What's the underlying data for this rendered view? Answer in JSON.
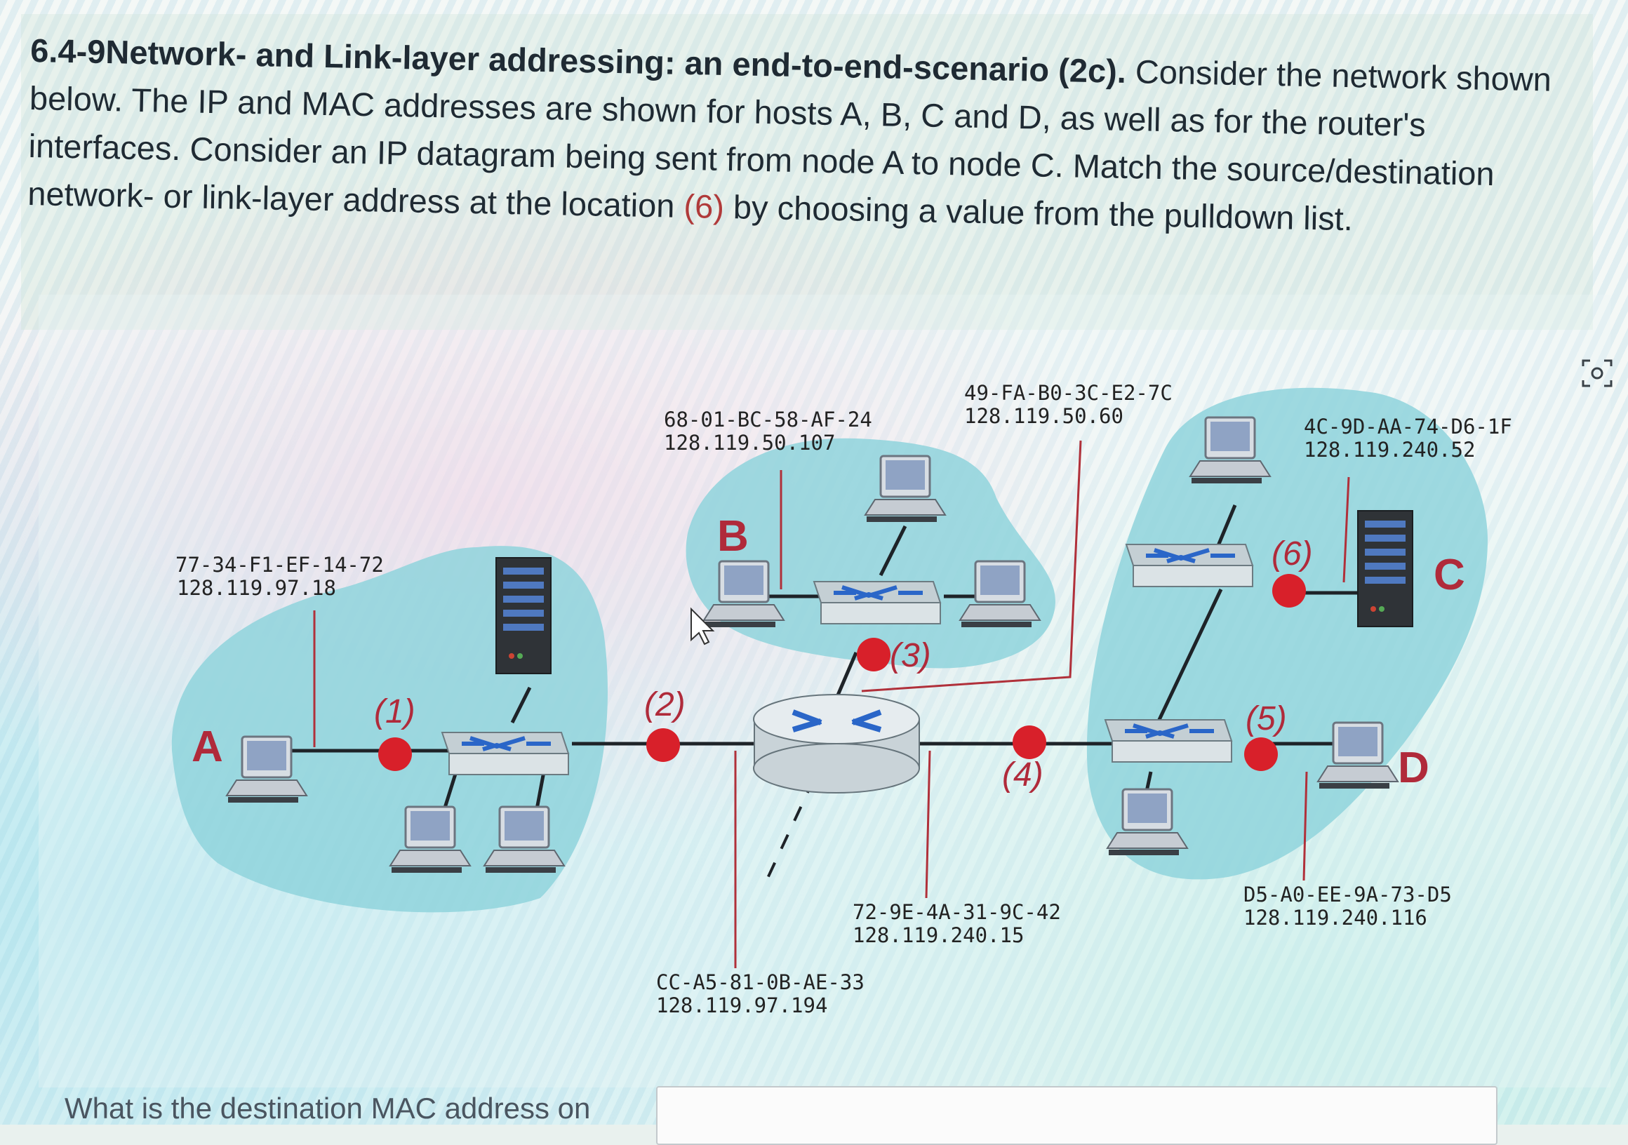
{
  "question": {
    "title": "6.4-9Network- and Link-layer addressing: an end-to-end-scenario (2c).",
    "body_1": " Consider the network shown below. The IP and MAC addresses are shown for hosts A, B, C and D, as well as for the router's interfaces. Consider an IP datagram being sent from node A to node C.  Match the source/destination network- or link-layer address at the location ",
    "location": "(6)",
    "body_2": " by choosing a value from the pulldown list."
  },
  "diagram": {
    "hosts": {
      "A": {
        "letter": "A",
        "mac": "77-34-F1-EF-14-72",
        "ip": "128.119.97.18"
      },
      "B": {
        "letter": "B",
        "mac": "68-01-BC-58-AF-24",
        "ip": "128.119.50.107"
      },
      "C": {
        "letter": "C",
        "mac": "4C-9D-AA-74-D6-1F",
        "ip": "128.119.240.52"
      },
      "D": {
        "letter": "D",
        "mac": "D5-A0-EE-9A-73-D5",
        "ip": "128.119.240.116"
      }
    },
    "router_interfaces": {
      "subnet_50": {
        "mac": "49-FA-B0-3C-E2-7C",
        "ip": "128.119.50.60"
      },
      "subnet_97": {
        "mac": "CC-A5-81-0B-AE-33",
        "ip": "128.119.97.194"
      },
      "subnet_240": {
        "mac": "72-9E-4A-31-9C-42",
        "ip": "128.119.240.15"
      }
    },
    "locations": [
      "(1)",
      "(2)",
      "(3)",
      "(4)",
      "(5)",
      "(6)"
    ],
    "colors": {
      "blob": "#8fd3dc",
      "marker": "#d8202a",
      "label_red": "#b02a3a",
      "pointer_line": "#b0303a"
    }
  },
  "followup": {
    "question_text": "What is the destination MAC address on"
  },
  "icons": {
    "screenshot": "screenshot-icon"
  }
}
